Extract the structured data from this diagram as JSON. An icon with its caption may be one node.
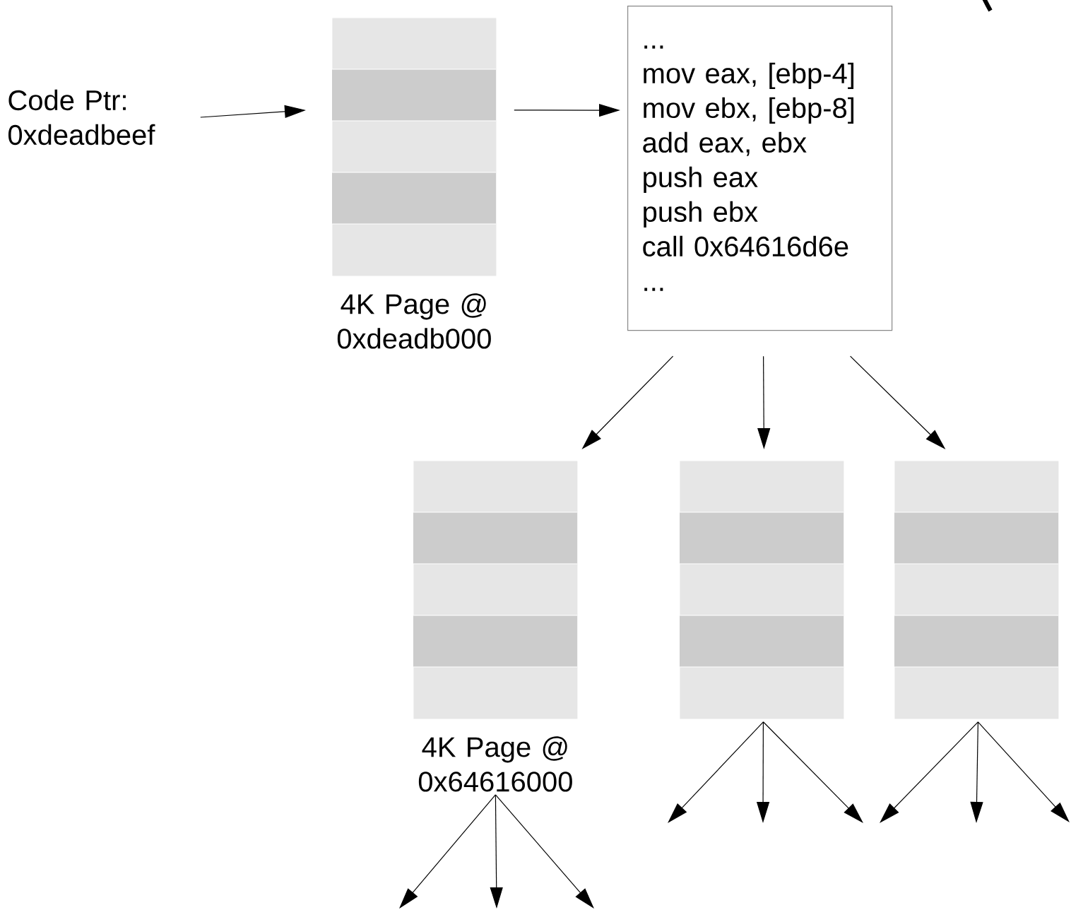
{
  "diagram": {
    "nodes": [
      {
        "text": [
          "Code Ptr: 0xdeadbeef"
        ]
      },
      {
        "text": [
          "4K Page @ 0xdeadb000"
        ]
      },
      {
        "text": [
          "...",
          "mov eax, [ebp-4]",
          "mov ebx, [ebp-8]",
          "add eax, ebx",
          "push eax",
          "push ebx",
          "call 0x64616d6e",
          "..."
        ]
      },
      {
        "text": [
          "4K Page @ 0x64616000"
        ]
      },
      {
        "text": [],
        "shape": "box"
      },
      {
        "text": [],
        "shape": "box"
      }
    ],
    "edges": [
      {
        "from": 0,
        "to": 1,
        "arrow": "to"
      },
      {
        "from": 1,
        "to": 2,
        "arrow": "to"
      },
      {
        "from": 2,
        "to": 3,
        "arrow": "to"
      },
      {
        "from": 2,
        "to": 4,
        "arrow": "to"
      },
      {
        "from": 2,
        "to": 5,
        "arrow": "to"
      },
      {
        "from": 3,
        "to": null,
        "arrow": "to"
      },
      {
        "from": 3,
        "to": null,
        "arrow": "to"
      },
      {
        "from": 3,
        "to": null,
        "arrow": "to"
      },
      {
        "from": 4,
        "to": null,
        "arrow": "to"
      },
      {
        "from": 4,
        "to": null,
        "arrow": "to"
      },
      {
        "from": 4,
        "to": null,
        "arrow": "to"
      },
      {
        "from": 5,
        "to": null,
        "arrow": "to"
      },
      {
        "from": 5,
        "to": null,
        "arrow": "to"
      },
      {
        "from": 5,
        "to": null,
        "arrow": "to"
      }
    ]
  }
}
